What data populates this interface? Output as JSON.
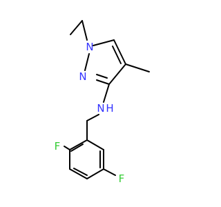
{
  "molecule": {
    "atoms": {
      "n1": {
        "symbol": "N",
        "color": "#3333ff"
      },
      "n2": {
        "symbol": "N",
        "color": "#3333ff"
      },
      "nh": {
        "symbol": "N",
        "color": "#3333ff"
      },
      "h": {
        "symbol": "H",
        "color": "#3333ff"
      },
      "f1": {
        "symbol": "F",
        "color": "#33cc33"
      },
      "f2": {
        "symbol": "F",
        "color": "#33cc33"
      }
    },
    "bond_color": "#000000",
    "background": "#ffffff"
  }
}
